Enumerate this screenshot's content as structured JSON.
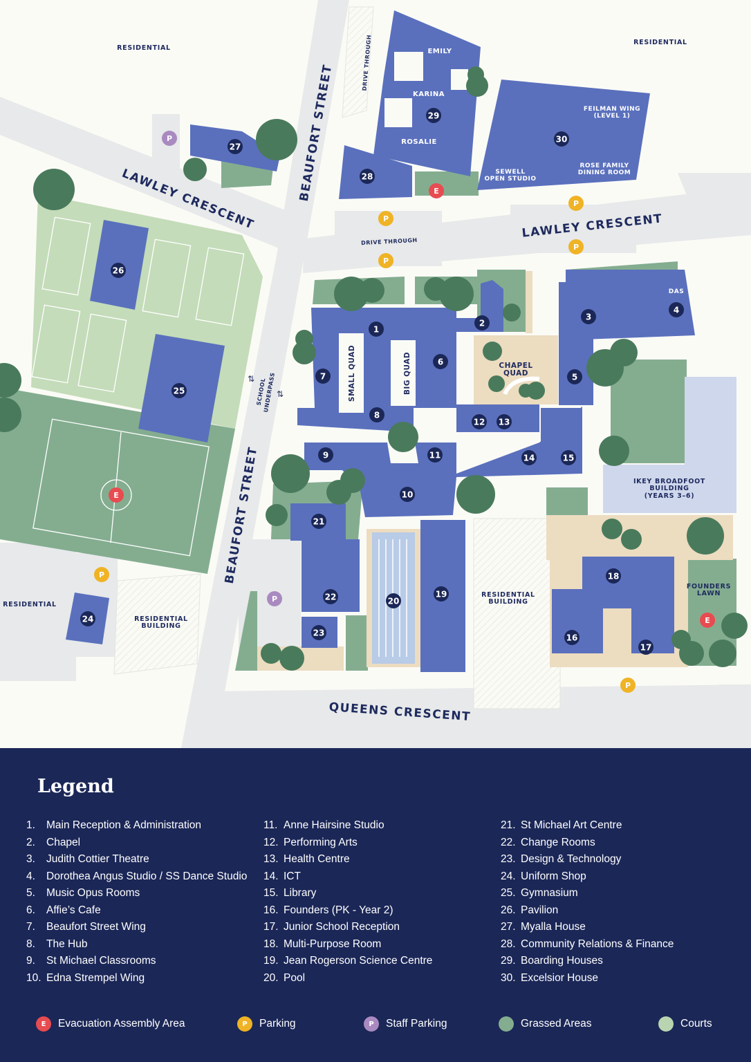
{
  "map": {
    "streets": {
      "lawley_west": "LAWLEY CRESCENT",
      "lawley_east": "LAWLEY CRESCENT",
      "beaufort_north": "BEAUFORT STREET",
      "beaufort_south": "BEAUFORT STREET",
      "queens": "QUEENS CRESCENT",
      "drive_through_1": "DRIVE THROUGH",
      "drive_through_2": "DRIVE THROUGH",
      "underpass_1": "SCHOOL",
      "underpass_2": "UNDERPASS"
    },
    "areas": {
      "residential_nw": "RESIDENTIAL",
      "residential_ne": "RESIDENTIAL",
      "residential_w": "RESIDENTIAL",
      "residential_building_1_a": "RESIDENTIAL",
      "residential_building_1_b": "BUILDING",
      "residential_building_2_a": "RESIDENTIAL",
      "residential_building_2_b": "BUILDING",
      "emily": "EMILY",
      "karina": "KARINA",
      "rosalie": "ROSALIE",
      "feilman_1": "FEILMAN WING",
      "feilman_2": "(LEVEL 1)",
      "sewell_1": "SEWELL",
      "sewell_2": "OPEN STUDIO",
      "rose_1": "ROSE FAMILY",
      "rose_2": "DINING ROOM",
      "das": "DAS",
      "small_quad": "SMALL QUAD",
      "big_quad": "BIG QUAD",
      "chapel_quad_1": "CHAPEL",
      "chapel_quad_2": "QUAD",
      "ikey_1": "IKEY BROADFOOT",
      "ikey_2": "BUILDING",
      "ikey_3": "(YEARS 3–6)",
      "founders_1": "FOUNDERS",
      "founders_2": "LAWN"
    },
    "markers": [
      "1",
      "2",
      "3",
      "4",
      "5",
      "6",
      "7",
      "8",
      "9",
      "10",
      "11",
      "12",
      "13",
      "14",
      "15",
      "16",
      "17",
      "18",
      "19",
      "20",
      "21",
      "22",
      "23",
      "24",
      "25",
      "26",
      "27",
      "28",
      "29",
      "30"
    ],
    "pins": {
      "parking": "P",
      "staff": "P",
      "evac": "E"
    }
  },
  "legend": {
    "title": "Legend",
    "items": [
      {
        "num": "1.",
        "label": "Main Reception & Administration"
      },
      {
        "num": "2.",
        "label": "Chapel"
      },
      {
        "num": "3.",
        "label": "Judith Cottier Theatre"
      },
      {
        "num": "4.",
        "label": "Dorothea Angus Studio / SS Dance Studio"
      },
      {
        "num": "5.",
        "label": "Music Opus Rooms"
      },
      {
        "num": "6.",
        "label": "Affie’s Cafe"
      },
      {
        "num": "7.",
        "label": "Beaufort Street Wing"
      },
      {
        "num": "8.",
        "label": "The Hub"
      },
      {
        "num": "9.",
        "label": "St Michael Classrooms"
      },
      {
        "num": "10.",
        "label": "Edna Strempel Wing"
      },
      {
        "num": "11.",
        "label": "Anne Hairsine Studio"
      },
      {
        "num": "12.",
        "label": "Performing Arts"
      },
      {
        "num": "13.",
        "label": "Health Centre"
      },
      {
        "num": "14.",
        "label": "ICT"
      },
      {
        "num": "15.",
        "label": "Library"
      },
      {
        "num": "16.",
        "label": "Founders (PK - Year 2)"
      },
      {
        "num": "17.",
        "label": "Junior School Reception"
      },
      {
        "num": "18.",
        "label": "Multi-Purpose Room"
      },
      {
        "num": "19.",
        "label": "Jean Rogerson Science Centre"
      },
      {
        "num": "20.",
        "label": "Pool"
      },
      {
        "num": "21.",
        "label": "St Michael Art Centre"
      },
      {
        "num": "22.",
        "label": "Change Rooms"
      },
      {
        "num": "23.",
        "label": "Design & Technology"
      },
      {
        "num": "24.",
        "label": "Uniform Shop"
      },
      {
        "num": "25.",
        "label": "Gymnasium"
      },
      {
        "num": "26.",
        "label": "Pavilion"
      },
      {
        "num": "27.",
        "label": "Myalla House"
      },
      {
        "num": "28.",
        "label": "Community Relations & Finance"
      },
      {
        "num": "29.",
        "label": "Boarding Houses"
      },
      {
        "num": "30.",
        "label": "Excelsior House"
      }
    ],
    "keys": [
      {
        "symbol": "E",
        "label": "Evacuation Assembly Area",
        "color": "#e84b50"
      },
      {
        "symbol": "P",
        "label": "Parking",
        "color": "#efb325"
      },
      {
        "symbol": "P",
        "label": "Staff Parking",
        "color": "#a98ac0"
      },
      {
        "symbol": "",
        "label": "Grassed Areas",
        "color": "#84ad90"
      },
      {
        "symbol": "",
        "label": "Courts",
        "color": "#b9d4b0"
      }
    ]
  }
}
